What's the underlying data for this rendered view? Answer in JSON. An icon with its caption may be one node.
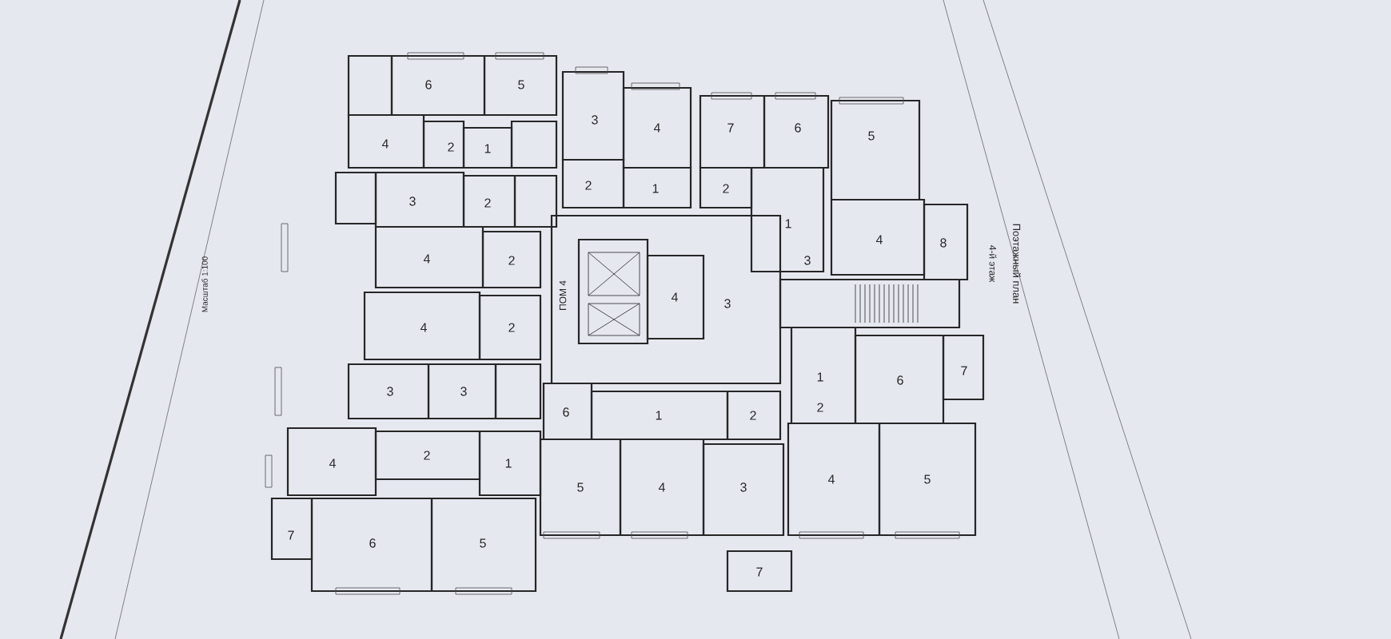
{
  "diagram": {
    "labels": [
      "6",
      "5",
      "3",
      "4",
      "7",
      "6",
      "5",
      "4",
      "2",
      "1",
      "2",
      "1",
      "2",
      "1",
      "3",
      "2",
      "4",
      "8",
      "4",
      "2",
      "ПОМ 4",
      "4",
      "3",
      "3",
      "Поэтажный план",
      "4-й этаж",
      "Масштаб 1:100",
      "4",
      "2",
      "6",
      "7",
      "3",
      "3",
      "1",
      "2",
      "6",
      "1",
      "2",
      "4",
      "2",
      "1",
      "5",
      "4",
      "3",
      "4",
      "5",
      "7",
      "6",
      "5",
      "7"
    ]
  }
}
